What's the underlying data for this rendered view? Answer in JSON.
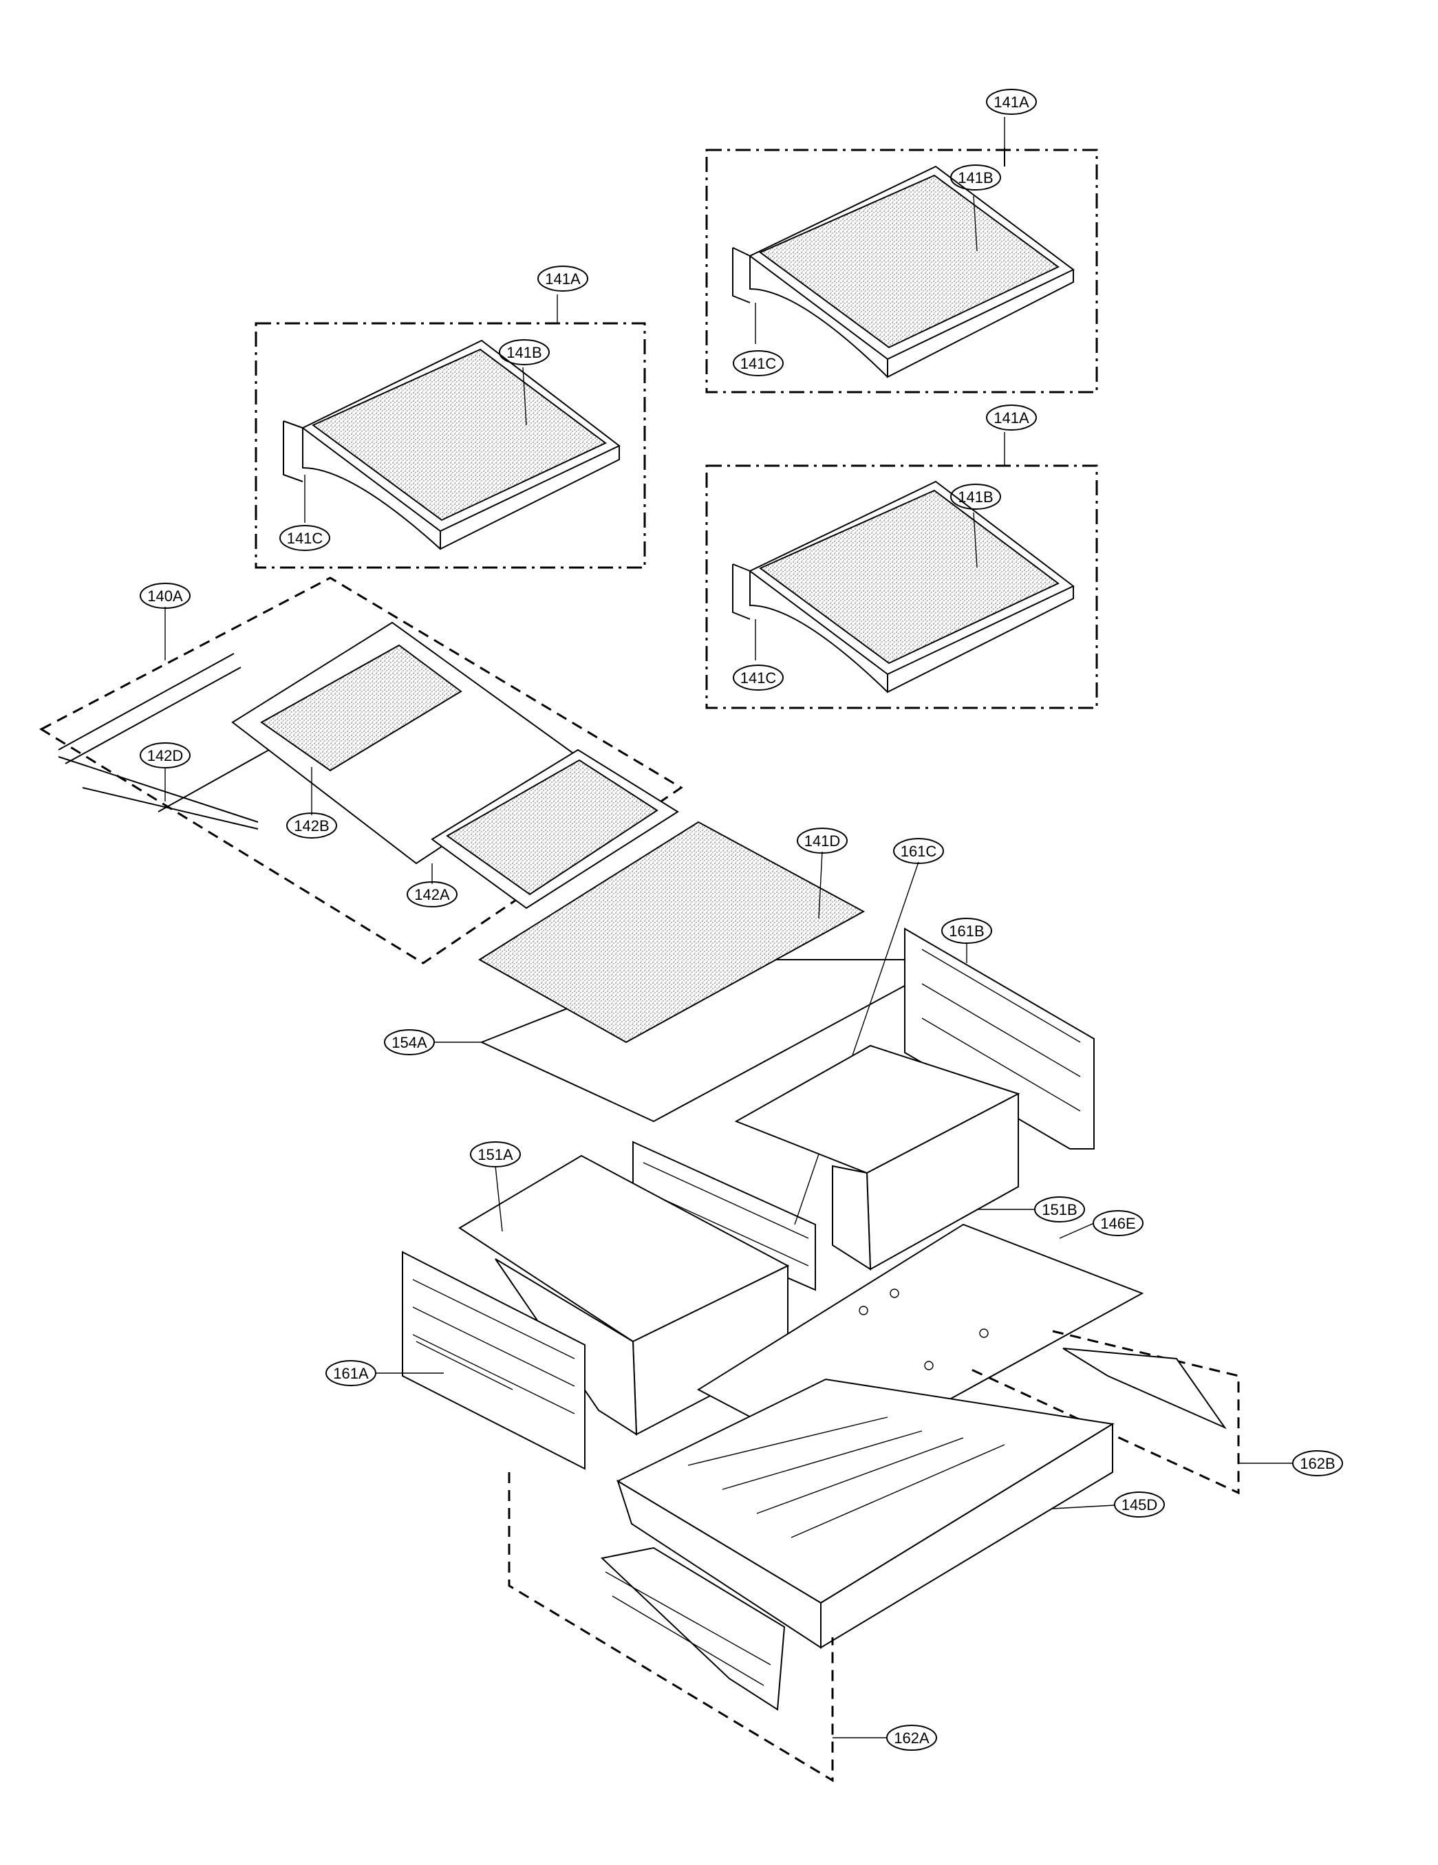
{
  "callouts": {
    "c141A_top": "141A",
    "c141B_top": "141B",
    "c141C_top": "141C",
    "c141A_left": "141A",
    "c141B_left": "141B",
    "c141C_left": "141C",
    "c141A_mid": "141A",
    "c141B_mid": "141B",
    "c141C_mid": "141C",
    "c140A": "140A",
    "c142D": "142D",
    "c142B": "142B",
    "c142A": "142A",
    "c141D": "141D",
    "c161C": "161C",
    "c161B": "161B",
    "c154A": "154A",
    "c151A": "151A",
    "c151B": "151B",
    "c146E": "146E",
    "c161A": "161A",
    "c162B": "162B",
    "c145D": "145D",
    "c162A": "162A"
  }
}
